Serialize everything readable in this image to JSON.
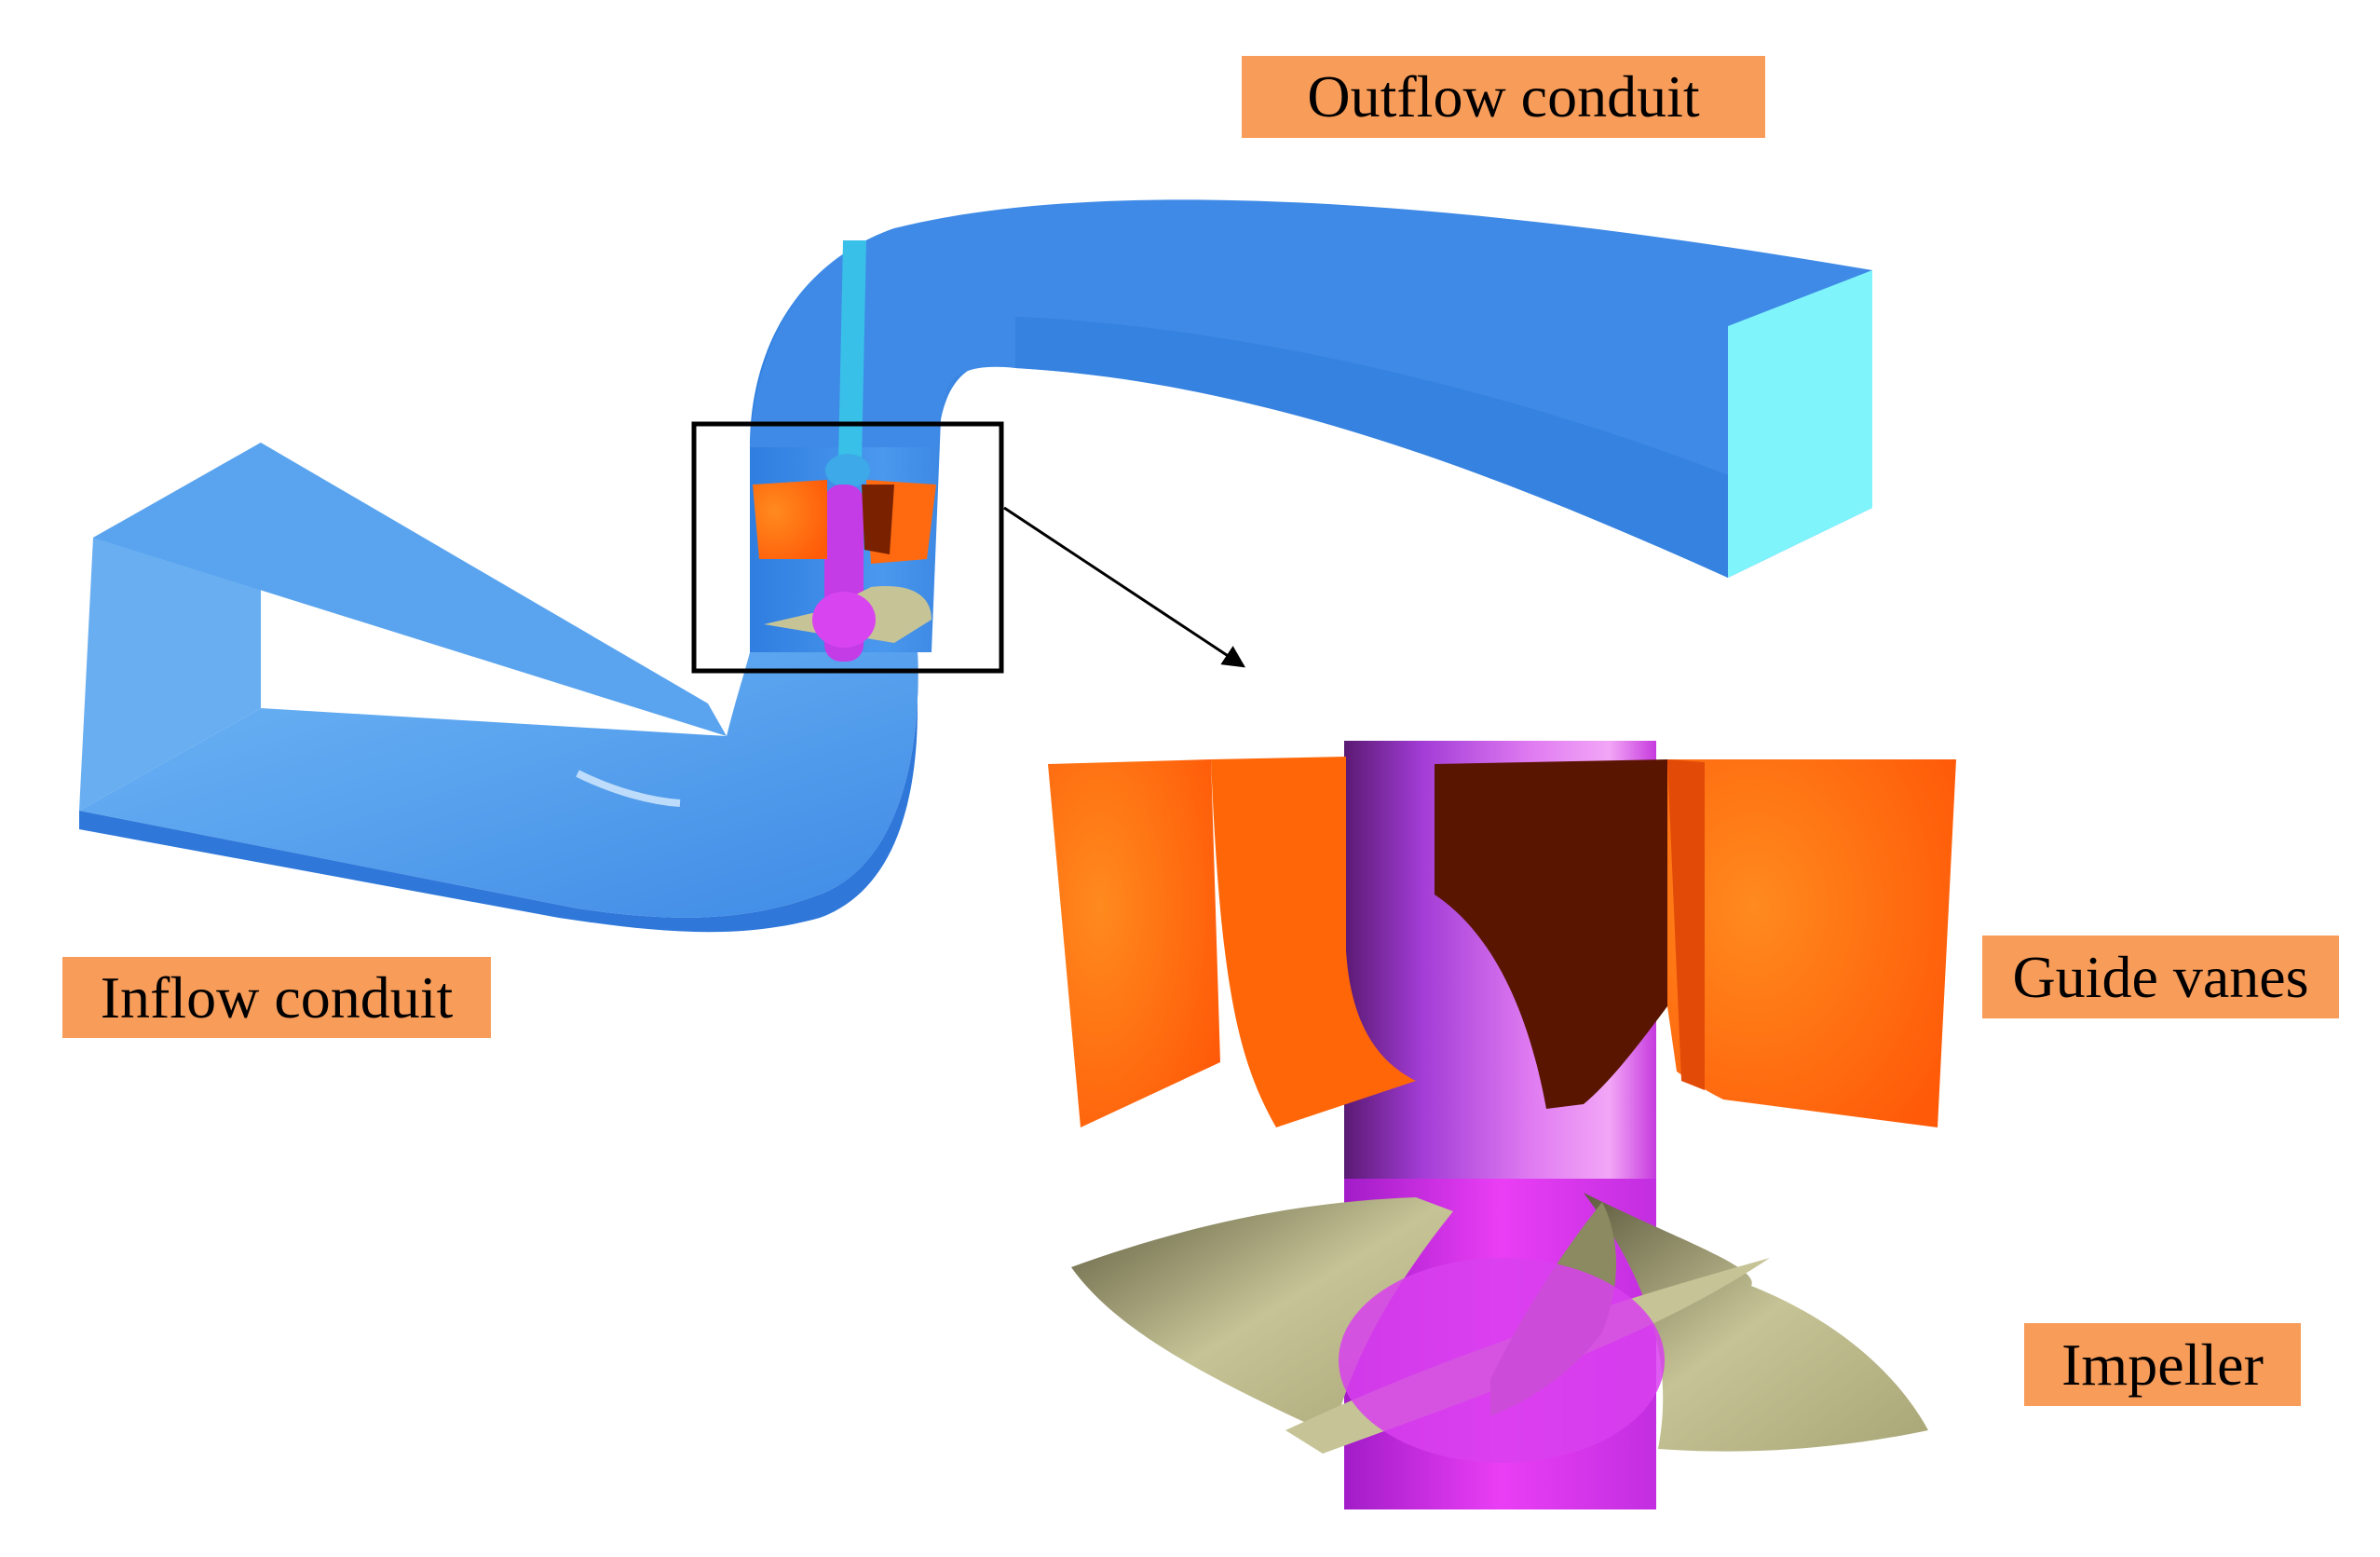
{
  "labels": {
    "outflow": "Outflow conduit",
    "inflow": "Inflow conduit",
    "guide_vanes": "Guide vanes",
    "impeller": "Impeller"
  },
  "colors": {
    "conduit_blue": "#3d8ae6",
    "conduit_face_light": "#6fb6f5",
    "outlet_face": "#7ff4fb",
    "guide_vane_orange": "#ff6a10",
    "guide_vane_dark": "#5a1500",
    "hub_magenta": "#d33cf0",
    "impeller_khaki": "#c6c496",
    "label_background": "#f89c5a"
  }
}
